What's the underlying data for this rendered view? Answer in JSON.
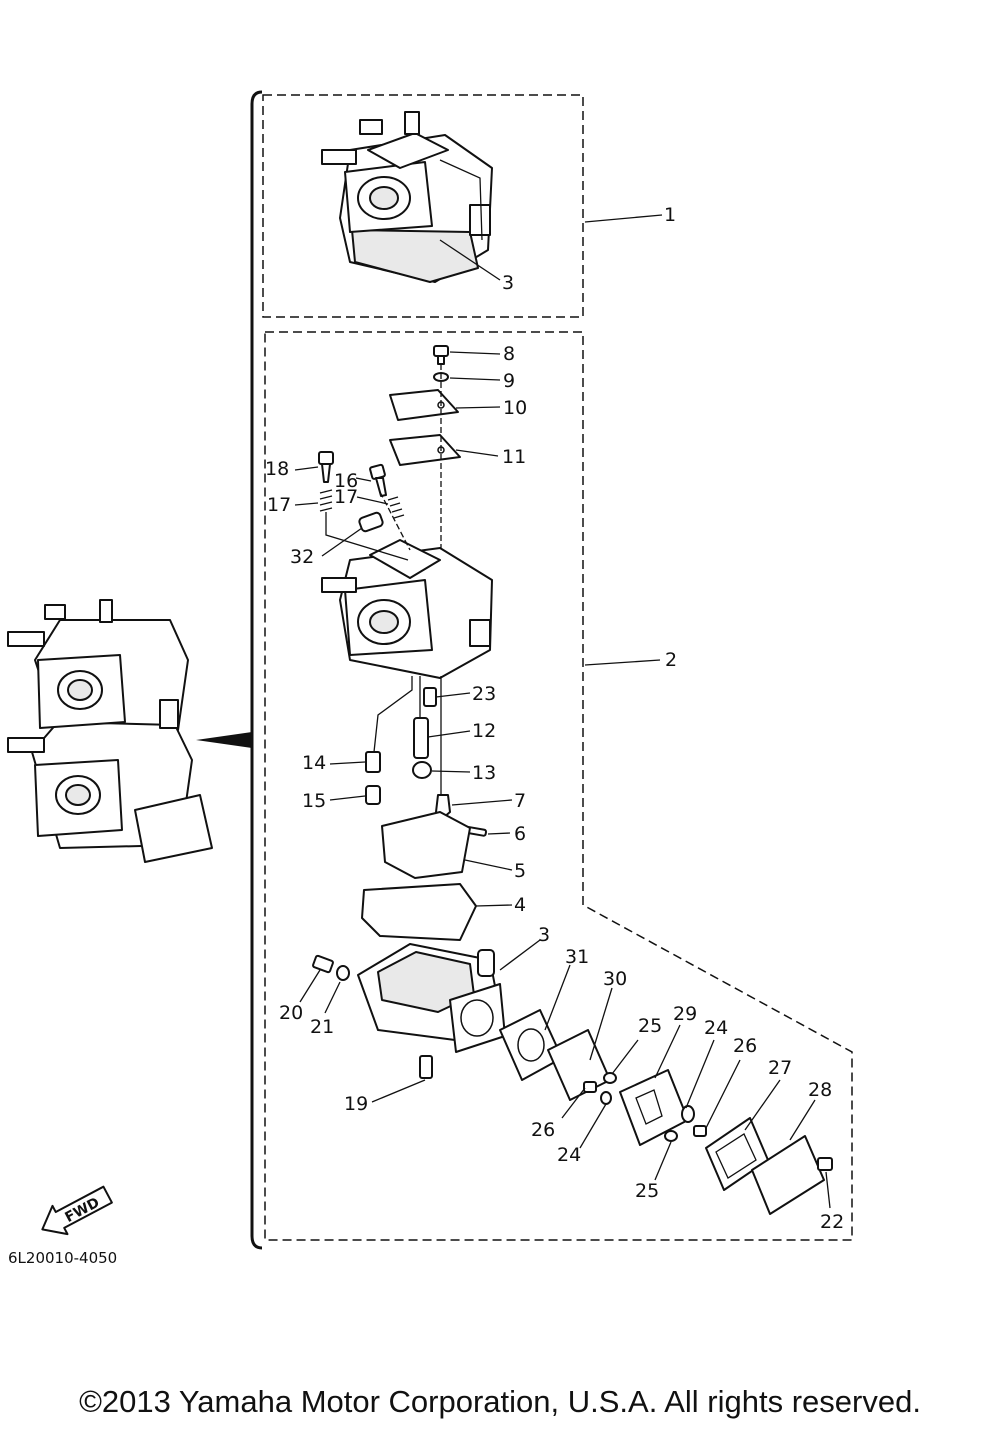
{
  "diagram": {
    "drawing_code": "6L20010-4050",
    "fwd_label": "FWD",
    "callouts": {
      "c1": "1",
      "c2": "2",
      "c3a": "3",
      "c3b": "3",
      "c4": "4",
      "c5": "5",
      "c6": "6",
      "c7": "7",
      "c8": "8",
      "c9": "9",
      "c10": "10",
      "c11": "11",
      "c12": "12",
      "c13": "13",
      "c14": "14",
      "c15": "15",
      "c16": "16",
      "c17a": "17",
      "c17b": "17",
      "c18": "18",
      "c19": "19",
      "c20": "20",
      "c21": "21",
      "c22": "22",
      "c23": "23",
      "c24a": "24",
      "c24b": "24",
      "c25a": "25",
      "c25b": "25",
      "c26a": "26",
      "c26b": "26",
      "c27": "27",
      "c28": "28",
      "c29": "29",
      "c30": "30",
      "c31": "31",
      "c32": "32"
    }
  },
  "footer": {
    "copyright": "©2013 Yamaha Motor Corporation, U.S.A. All rights reserved."
  }
}
